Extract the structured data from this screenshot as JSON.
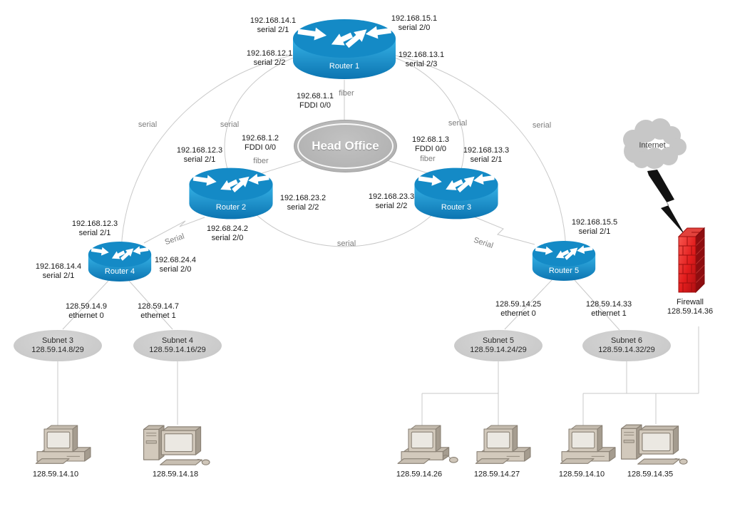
{
  "routers": [
    {
      "name": "Router 1"
    },
    {
      "name": "Router 2"
    },
    {
      "name": "Router 3"
    },
    {
      "name": "Router 4"
    },
    {
      "name": "Router 5"
    }
  ],
  "head_office": {
    "label": "Head Office"
  },
  "internet": {
    "label": "Internet"
  },
  "firewall": {
    "name": "Firewall",
    "ip": "128.59.14.36"
  },
  "link_labels": {
    "serial": "serial",
    "serial_caps": "Serial",
    "fiber": "fiber"
  },
  "ip_labels": [
    {
      "ip": "192.168.14.1",
      "iface": "serial 2/1"
    },
    {
      "ip": "192.168.15.1",
      "iface": "serial 2/0"
    },
    {
      "ip": "192.168.12.1",
      "iface": "serial 2/2"
    },
    {
      "ip": "192.168.13.1",
      "iface": "serial 2/3"
    },
    {
      "ip": "192.68.1.1",
      "iface": "FDDI 0/0"
    },
    {
      "ip": "192.68.1.2",
      "iface": "FDDI 0/0"
    },
    {
      "ip": "192.168.12.3",
      "iface": "serial 2/1"
    },
    {
      "ip": "192.168.23.2",
      "iface": "serial 2/2"
    },
    {
      "ip": "192.68.24.2",
      "iface": "serial 2/0"
    },
    {
      "ip": "192.68.1.3",
      "iface": "FDDI 0/0"
    },
    {
      "ip": "192.168.13.3",
      "iface": "serial 2/1"
    },
    {
      "ip": "192.168.23.3",
      "iface": "serial 2/2"
    },
    {
      "ip": "192.168.12.3",
      "iface": "serial 2/1"
    },
    {
      "ip": "192.68.24.4",
      "iface": "serial 2/0"
    },
    {
      "ip": "192.168.14.4",
      "iface": "serial 2/1"
    },
    {
      "ip": "128.59.14.9",
      "iface": "ethernet 0"
    },
    {
      "ip": "128.59.14.7",
      "iface": "ethernet 1"
    },
    {
      "ip": "192.168.15.5",
      "iface": "serial 2/1"
    },
    {
      "ip": "128.59.14.25",
      "iface": "ethernet 0"
    },
    {
      "ip": "128.59.14.33",
      "iface": "ethernet 1"
    }
  ],
  "subnets": [
    {
      "name": "Subnet 3",
      "cidr": "128.59.14.8/29"
    },
    {
      "name": "Subnet 4",
      "cidr": "128.59.14.16/29"
    },
    {
      "name": "Subnet 5",
      "cidr": "128.59.14.24/29"
    },
    {
      "name": "Subnet 6",
      "cidr": "128.59.14.32/29"
    }
  ],
  "computers": [
    {
      "ip": "128.59.14.10",
      "kind": "desktop"
    },
    {
      "ip": "128.59.14.18",
      "kind": "workstation"
    },
    {
      "ip": "128.59.14.26",
      "kind": "desktop-mouse"
    },
    {
      "ip": "128.59.14.27",
      "kind": "desktop"
    },
    {
      "ip": "128.59.14.10",
      "kind": "desktop"
    },
    {
      "ip": "128.59.14.35",
      "kind": "workstation"
    }
  ]
}
